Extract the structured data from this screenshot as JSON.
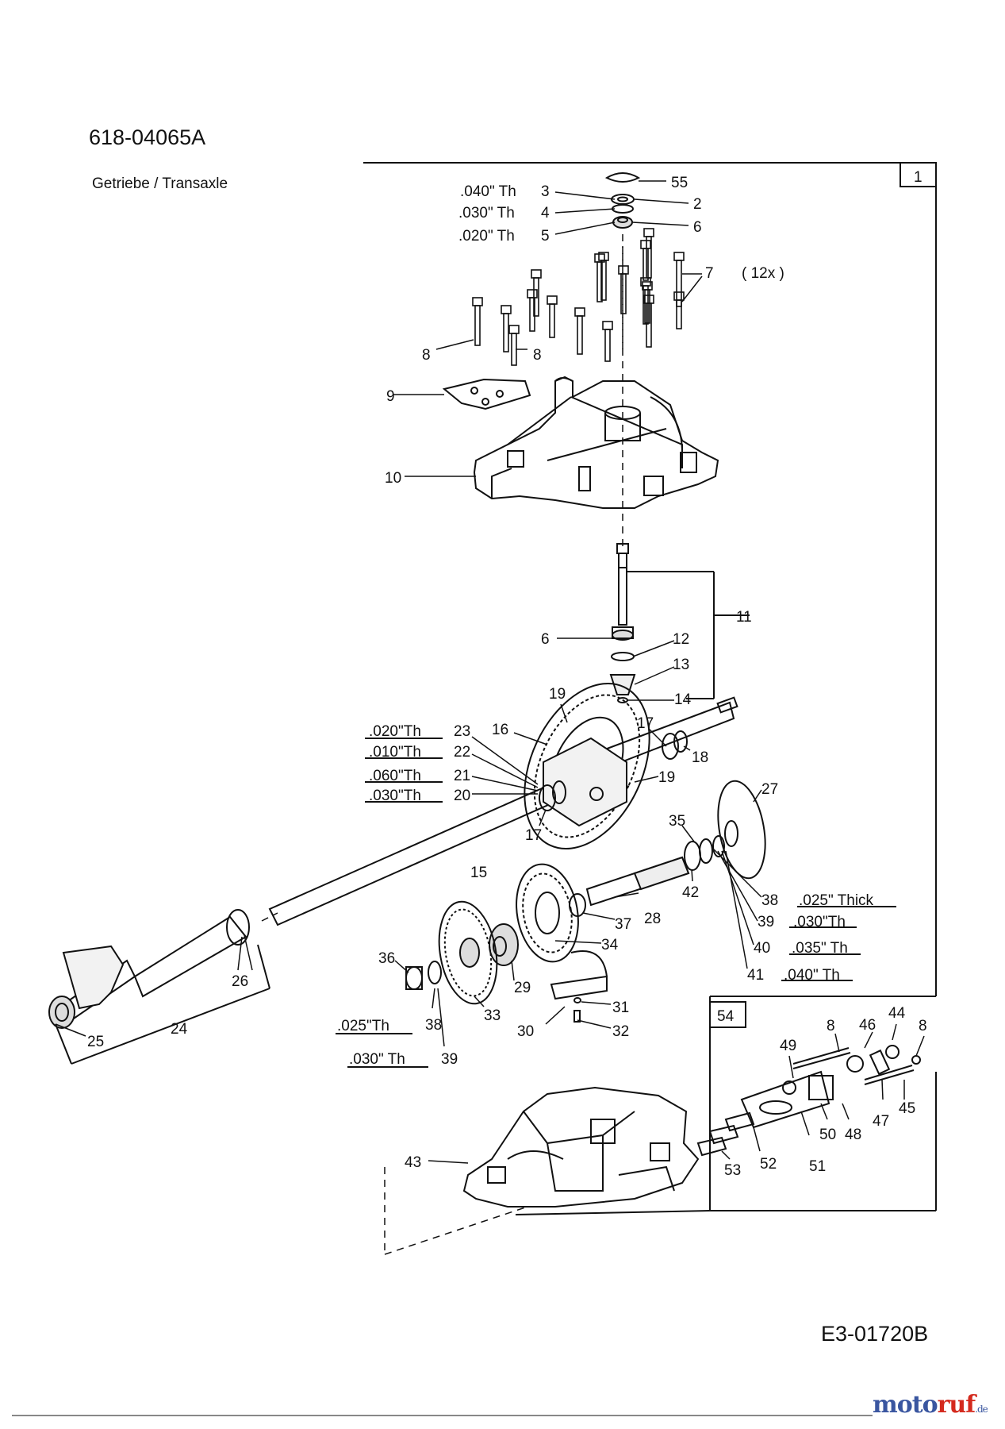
{
  "header": {
    "part_number": "618-04065A",
    "subtitle": "Getriebe / Transaxle"
  },
  "footer": {
    "reference_code": "E3-01720B",
    "brand_part1": "moto",
    "brand_part2": "ruf",
    "brand_tld": ".de"
  },
  "diagram": {
    "frame_label": "1",
    "subframe_label": "54",
    "quantity_note": "( 12x )",
    "callouts": [
      "55",
      "2",
      "6",
      "3",
      "4",
      "5",
      "7",
      "8",
      "8",
      "9",
      "10",
      "11",
      "6",
      "12",
      "13",
      "14",
      "19",
      "16",
      "17",
      "18",
      "19",
      "23",
      "22",
      "21",
      "20",
      "17",
      "27",
      "35",
      "15",
      "42",
      "28",
      "37",
      "38",
      "39",
      "40",
      "41",
      "34",
      "36",
      "29",
      "33",
      "26",
      "24",
      "25",
      "38",
      "39",
      "31",
      "30",
      "32",
      "49",
      "8",
      "46",
      "44",
      "8",
      "47",
      "45",
      "50",
      "48",
      "43",
      "53",
      "52",
      "51"
    ],
    "thickness_labels": [
      ".040\" Th",
      ".030\" Th",
      ".020\" Th",
      ".020\"Th",
      ".010\"Th",
      ".060\"Th",
      ".030\"Th",
      ".025\" Thick",
      ".030\"Th",
      ".035\" Th",
      ".040\" Th",
      ".025\"Th",
      ".030\" Th"
    ]
  },
  "colors": {
    "ink": "#111111",
    "brand_blue": "#3a56a0",
    "brand_red": "#d42a1e"
  }
}
